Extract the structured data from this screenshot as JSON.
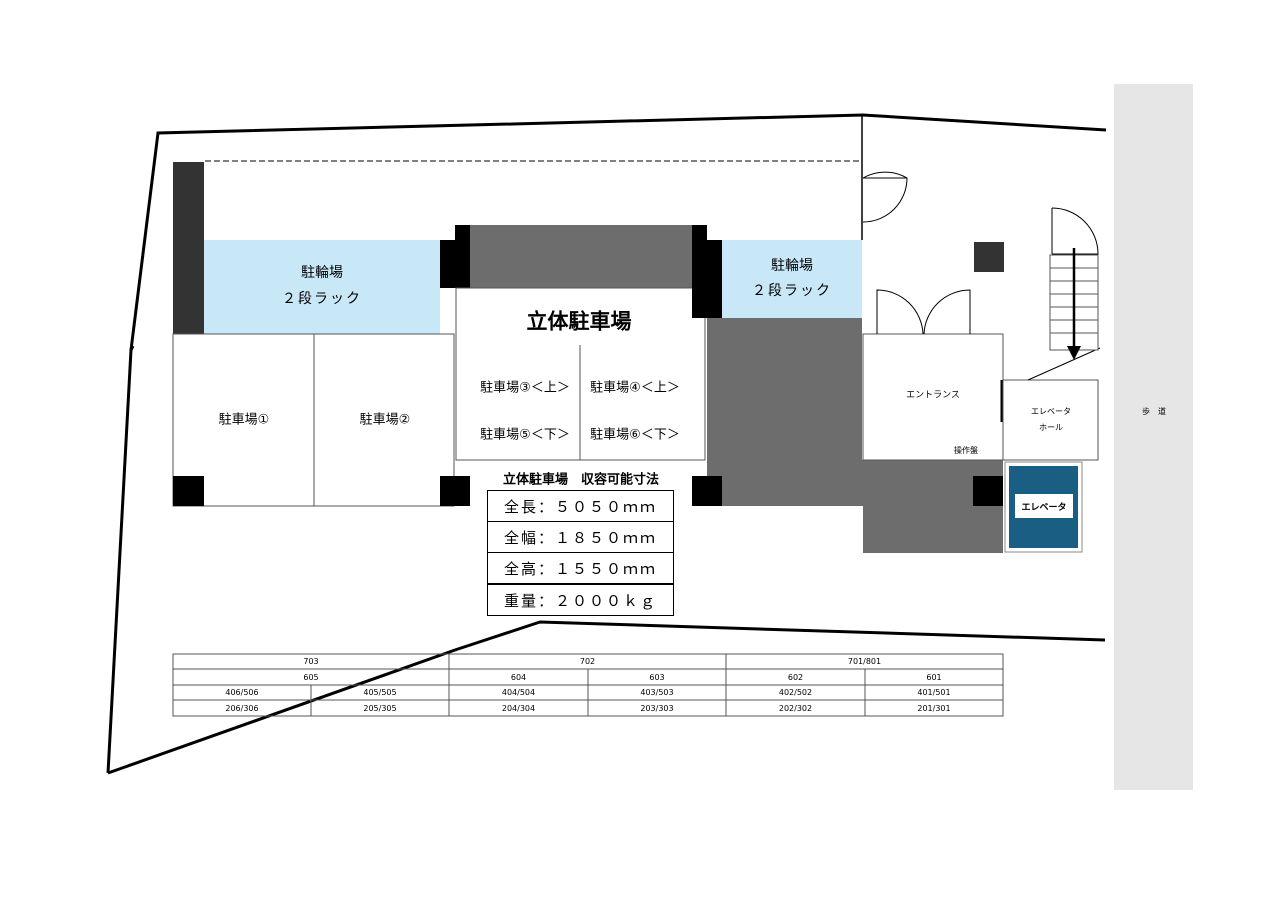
{
  "plan": {
    "bicycle_parking_left": {
      "title": "駐輪場",
      "sub": "２段ラック"
    },
    "bicycle_parking_right": {
      "title": "駐輪場",
      "sub": "２段ラック"
    },
    "parking_1": "駐車場①",
    "parking_2": "駐車場②",
    "mechanical_parking_title": "立体駐車場",
    "parking_3": "駐車場③＜上＞",
    "parking_4": "駐車場④＜上＞",
    "parking_5": "駐車場⑤＜下＞",
    "parking_6": "駐車場⑥＜下＞",
    "entrance": "エントランス",
    "elevator_hall": "エレベータ\nホール",
    "elevator_hall_line1": "エレベータ",
    "elevator_hall_line2": "ホール",
    "control_panel": "操作盤",
    "elevator": "エレベータ",
    "sidewalk": "歩　道"
  },
  "spec": {
    "title": "立体駐車場　収容可能寸法",
    "length": "全長：５０５０ｍｍ",
    "width": "全幅：１８５０ｍｍ",
    "height": "全高：１５５０ｍｍ",
    "weight": "重量：２０００ｋｇ"
  },
  "unit_table": {
    "top": [
      "703",
      "702",
      "701/801"
    ],
    "row2": [
      "605",
      "604",
      "603",
      "602",
      "601"
    ],
    "row3": [
      "406/506",
      "405/505",
      "404/504",
      "403/503",
      "402/502",
      "401/501"
    ],
    "row4": [
      "206/306",
      "205/305",
      "204/304",
      "203/303",
      "202/302",
      "201/301"
    ]
  },
  "colors": {
    "bike_rack": "#c9e8f7",
    "dark_column": "#333333",
    "black_column": "#000000",
    "drive_aisle": "#6d6d6d",
    "elevator": "#1a5e84",
    "sidewalk": "#e6e6e6"
  }
}
